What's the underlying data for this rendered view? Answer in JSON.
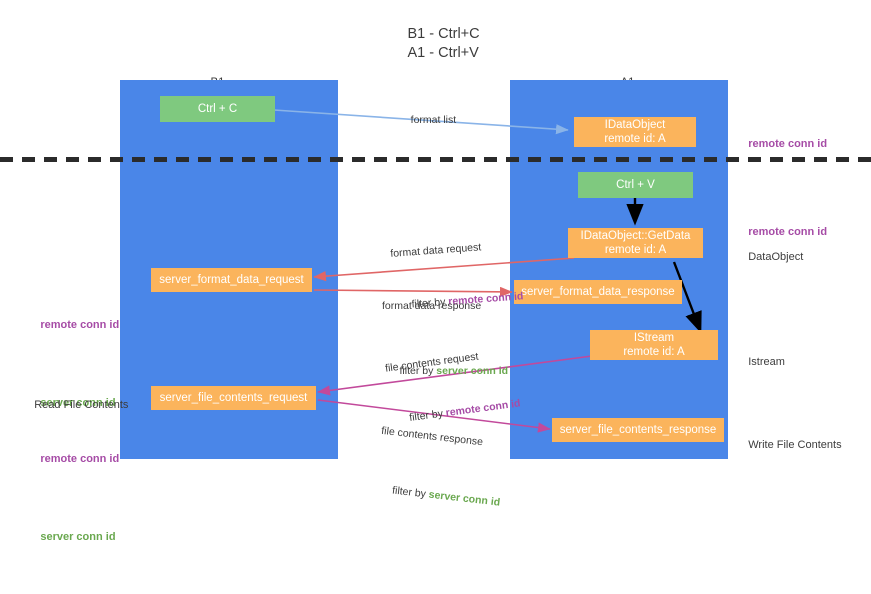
{
  "diagram": {
    "title_line1": "B1 - Ctrl+C",
    "title_line2": "A1 - Ctrl+V",
    "columns": [
      {
        "name": "B1",
        "role": "connection"
      },
      {
        "name": "A1",
        "role": "remote"
      }
    ],
    "colors": {
      "lane": "#4a86e8",
      "green_node": "#7fc97f",
      "orange_node": "#fbb45c",
      "remote_conn_id": "#a64ca6",
      "server_conn_id": "#6aa84f",
      "format_arrow": "#e06666",
      "file_arrow": "#c2499b",
      "format_list_arrow": "#8ab4e8",
      "black_arrow": "#000000",
      "divider": "#2b2b2b",
      "text": "#3c3c3c"
    },
    "nodes": [
      {
        "id": "ctrl-c",
        "label": "Ctrl + C",
        "color": "green",
        "column": "B1"
      },
      {
        "id": "idataobject",
        "label_line1": "IDataObject",
        "label_line2": "remote id: A",
        "color": "orange",
        "column": "A1"
      },
      {
        "id": "ctrl-v",
        "label": "Ctrl + V",
        "color": "green",
        "column": "A1"
      },
      {
        "id": "getdata",
        "label_line1": "IDataObject::GetData",
        "label_line2": "remote id: A",
        "color": "orange",
        "column": "A1"
      },
      {
        "id": "server-format-data-request",
        "label": "server_format_data_request",
        "color": "orange",
        "column": "B1"
      },
      {
        "id": "server-format-data-response",
        "label": "server_format_data_response",
        "color": "orange",
        "column": "A1"
      },
      {
        "id": "istream",
        "label_line1": "IStream",
        "label_line2": "remote id: A",
        "color": "orange",
        "column": "A1"
      },
      {
        "id": "server-file-contents-request",
        "label": "server_file_contents_request",
        "color": "orange",
        "column": "B1"
      },
      {
        "id": "server-file-contents-response",
        "label": "server_file_contents_response",
        "color": "orange",
        "column": "A1"
      }
    ],
    "edge_labels": [
      {
        "id": "format-list",
        "text": "format list"
      },
      {
        "id": "format-data-request",
        "line1": "format data request",
        "line2_plain": "filter by ",
        "line2_accent": "remote conn id"
      },
      {
        "id": "format-data-response",
        "line1": "format data response",
        "line2_plain": "filter by ",
        "line2_accent": "server conn id"
      },
      {
        "id": "file-contents-request",
        "line1": "file contents request",
        "line2_plain": "filter by ",
        "line2_accent": "remote conn id"
      },
      {
        "id": "file-contents-response",
        "line1": "file contents response",
        "line2_plain": "filter by ",
        "line2_accent": "server conn id"
      }
    ],
    "right_labels": [
      {
        "id": "right-remote-conn-id-1",
        "text": "remote conn id",
        "style": "purple"
      },
      {
        "id": "right-remote-conn-id-2",
        "text": "remote conn id",
        "style": "purple"
      },
      {
        "id": "right-dataobject",
        "text": "DataObject",
        "style": "dark"
      },
      {
        "id": "right-istream",
        "text": "Istream",
        "style": "dark"
      },
      {
        "id": "right-write-file-contents",
        "text": "Write File Contents",
        "style": "dark"
      }
    ],
    "left_labels": [
      {
        "id": "left-remote-conn-id-1",
        "text": "remote conn id",
        "style": "purple"
      },
      {
        "id": "left-server-conn-id-1",
        "text": "server conn id",
        "style": "green"
      },
      {
        "id": "left-read-file-contents",
        "text": "Read File Contents",
        "style": "dark"
      },
      {
        "id": "left-remote-conn-id-2",
        "text": "remote conn id",
        "style": "purple"
      },
      {
        "id": "left-server-conn-id-2",
        "text": "server conn id",
        "style": "green"
      }
    ]
  }
}
